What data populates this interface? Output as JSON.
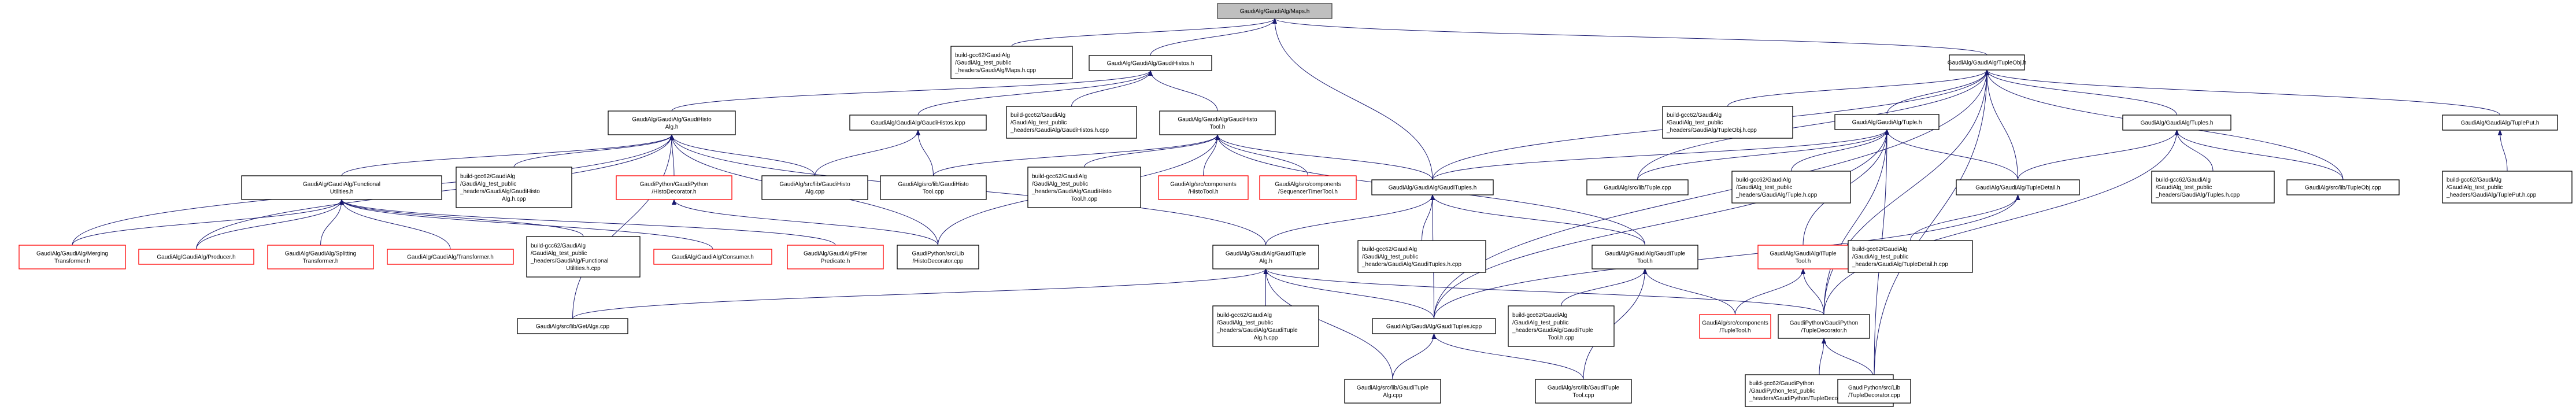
{
  "title": "GaudiAlg/GaudiAlg/Maps.h include dependency graph",
  "colors": {
    "edge": "#191970",
    "current_fill": "#bfbfbf",
    "missing_border": "#ff0000",
    "normal_border": "#000000"
  },
  "nodes": [
    {
      "id": "maps_h",
      "lines": [
        "GaudiAlg/GaudiAlg/Maps.h"
      ],
      "kind": "current"
    },
    {
      "id": "maps_h_cpp",
      "lines": [
        "build-gcc62/GaudiAlg",
        "/GaudiAlg_test_public",
        "_headers/GaudiAlg/Maps.h.cpp"
      ],
      "kind": "normal"
    },
    {
      "id": "gaudihistos_h",
      "lines": [
        "GaudiAlg/GaudiAlg/GaudiHistos.h"
      ],
      "kind": "normal"
    },
    {
      "id": "tupleobj_h",
      "lines": [
        "GaudiAlg/GaudiAlg/TupleObj.h"
      ],
      "kind": "normal"
    },
    {
      "id": "gaudihistoalg_h",
      "lines": [
        "GaudiAlg/GaudiAlg/GaudiHisto",
        "Alg.h"
      ],
      "kind": "normal"
    },
    {
      "id": "gaudihistos_icpp",
      "lines": [
        "GaudiAlg/GaudiAlg/GaudiHistos.icpp"
      ],
      "kind": "normal"
    },
    {
      "id": "gaudihistos_h_cpp",
      "lines": [
        "build-gcc62/GaudiAlg",
        "/GaudiAlg_test_public",
        "_headers/GaudiAlg/GaudiHistos.h.cpp"
      ],
      "kind": "normal"
    },
    {
      "id": "gaudihistotool_h",
      "lines": [
        "GaudiAlg/GaudiAlg/GaudiHisto",
        "Tool.h"
      ],
      "kind": "normal"
    },
    {
      "id": "tupleobj_h_cpp",
      "lines": [
        "build-gcc62/GaudiAlg",
        "/GaudiAlg_test_public",
        "_headers/GaudiAlg/TupleObj.h.cpp"
      ],
      "kind": "normal"
    },
    {
      "id": "tuple_h",
      "lines": [
        "GaudiAlg/GaudiAlg/Tuple.h"
      ],
      "kind": "normal"
    },
    {
      "id": "tuples_h",
      "lines": [
        "GaudiAlg/GaudiAlg/Tuples.h"
      ],
      "kind": "normal"
    },
    {
      "id": "tupleput_h",
      "lines": [
        "GaudiAlg/GaudiAlg/TuplePut.h"
      ],
      "kind": "normal"
    },
    {
      "id": "functionalutilities_h",
      "lines": [
        "GaudiAlg/GaudiAlg/Functional",
        "Utilities.h"
      ],
      "kind": "normal"
    },
    {
      "id": "gaudihistoalg_h_cpp",
      "lines": [
        "build-gcc62/GaudiAlg",
        "/GaudiAlg_test_public",
        "_headers/GaudiAlg/GaudiHisto",
        "Alg.h.cpp"
      ],
      "kind": "normal"
    },
    {
      "id": "histodecorator_h",
      "lines": [
        "GaudiPython/GaudiPython",
        "/HistoDecorator.h"
      ],
      "kind": "missing"
    },
    {
      "id": "gaudihistoalg_cpp",
      "lines": [
        "GaudiAlg/src/lib/GaudiHisto",
        "Alg.cpp"
      ],
      "kind": "normal"
    },
    {
      "id": "gaudihistotool_cpp",
      "lines": [
        "GaudiAlg/src/lib/GaudiHisto",
        "Tool.cpp"
      ],
      "kind": "normal"
    },
    {
      "id": "gaudihistotool_h_cpp",
      "lines": [
        "build-gcc62/GaudiAlg",
        "/GaudiAlg_test_public",
        "_headers/GaudiAlg/GaudiHisto",
        "Tool.h.cpp"
      ],
      "kind": "normal"
    },
    {
      "id": "histotool_h",
      "lines": [
        "GaudiAlg/src/components",
        "/HistoTool.h"
      ],
      "kind": "missing"
    },
    {
      "id": "sequencertimertool_h",
      "lines": [
        "GaudiAlg/src/components",
        "/SequencerTimerTool.h"
      ],
      "kind": "missing"
    },
    {
      "id": "gaudituples_h",
      "lines": [
        "GaudiAlg/GaudiAlg/GaudiTuples.h"
      ],
      "kind": "normal"
    },
    {
      "id": "tuple_cpp",
      "lines": [
        "GaudiAlg/src/lib/Tuple.cpp"
      ],
      "kind": "normal"
    },
    {
      "id": "tuple_h_cpp",
      "lines": [
        "build-gcc62/GaudiAlg",
        "/GaudiAlg_test_public",
        "_headers/GaudiAlg/Tuple.h.cpp"
      ],
      "kind": "normal"
    },
    {
      "id": "tupledetail_h",
      "lines": [
        "GaudiAlg/GaudiAlg/TupleDetail.h"
      ],
      "kind": "normal"
    },
    {
      "id": "tuples_h_cpp",
      "lines": [
        "build-gcc62/GaudiAlg",
        "/GaudiAlg_test_public",
        "_headers/GaudiAlg/Tuples.h.cpp"
      ],
      "kind": "normal"
    },
    {
      "id": "tupleobj_cpp",
      "lines": [
        "GaudiAlg/src/lib/TupleObj.cpp"
      ],
      "kind": "normal"
    },
    {
      "id": "tupleput_h_cpp",
      "lines": [
        "build-gcc62/GaudiAlg",
        "/GaudiAlg_test_public",
        "_headers/GaudiAlg/TuplePut.h.cpp"
      ],
      "kind": "normal"
    },
    {
      "id": "mergingtransformer_h",
      "lines": [
        "GaudiAlg/GaudiAlg/Merging",
        "Transformer.h"
      ],
      "kind": "missing"
    },
    {
      "id": "producer_h",
      "lines": [
        "GaudiAlg/GaudiAlg/Producer.h"
      ],
      "kind": "missing"
    },
    {
      "id": "splittingtransformer_h",
      "lines": [
        "GaudiAlg/GaudiAlg/Splitting",
        "Transformer.h"
      ],
      "kind": "missing"
    },
    {
      "id": "transformer_h",
      "lines": [
        "GaudiAlg/GaudiAlg/Transformer.h"
      ],
      "kind": "missing"
    },
    {
      "id": "functionalutilities_h_cpp",
      "lines": [
        "build-gcc62/GaudiAlg",
        "/GaudiAlg_test_public",
        "_headers/GaudiAlg/Functional",
        "Utilities.h.cpp"
      ],
      "kind": "normal"
    },
    {
      "id": "consumer_h",
      "lines": [
        "GaudiAlg/GaudiAlg/Consumer.h"
      ],
      "kind": "missing"
    },
    {
      "id": "filterpredicate_h",
      "lines": [
        "GaudiAlg/GaudiAlg/Filter",
        "Predicate.h"
      ],
      "kind": "missing"
    },
    {
      "id": "histodecorator_cpp",
      "lines": [
        "GaudiPython/src/Lib",
        "/HistoDecorator.cpp"
      ],
      "kind": "normal"
    },
    {
      "id": "gaudituplealg_h",
      "lines": [
        "GaudiAlg/GaudiAlg/GaudiTuple",
        "Alg.h"
      ],
      "kind": "normal"
    },
    {
      "id": "gauditupletool_h",
      "lines": [
        "GaudiAlg/GaudiAlg/GaudiTuple",
        "Tool.h"
      ],
      "kind": "normal"
    },
    {
      "id": "ituple_tool_h",
      "lines": [
        "GaudiAlg/GaudiAlg/ITuple",
        "Tool.h"
      ],
      "kind": "missing"
    },
    {
      "id": "tupledetail_h_cpp",
      "lines": [
        "build-gcc62/GaudiAlg",
        "/GaudiAlg_test_public",
        "_headers/GaudiAlg/TupleDetail.h.cpp"
      ],
      "kind": "normal"
    },
    {
      "id": "gaudituples_h_cpp",
      "lines": [
        "build-gcc62/GaudiAlg",
        "/GaudiAlg_test_public",
        "_headers/GaudiAlg/GaudiTuples.h.cpp"
      ],
      "kind": "normal"
    },
    {
      "id": "getalgs_cpp",
      "lines": [
        "GaudiAlg/src/lib/GetAlgs.cpp"
      ],
      "kind": "normal"
    },
    {
      "id": "gaudituplealg_h_cpp",
      "lines": [
        "build-gcc62/GaudiAlg",
        "/GaudiAlg_test_public",
        "_headers/GaudiAlg/GaudiTuple",
        "Alg.h.cpp"
      ],
      "kind": "normal"
    },
    {
      "id": "gaudituples_icpp",
      "lines": [
        "GaudiAlg/GaudiAlg/GaudiTuples.icpp"
      ],
      "kind": "normal"
    },
    {
      "id": "gauditupletool_h_cpp",
      "lines": [
        "build-gcc62/GaudiAlg",
        "/GaudiAlg_test_public",
        "_headers/GaudiAlg/GaudiTuple",
        "Tool.h.cpp"
      ],
      "kind": "normal"
    },
    {
      "id": "tupletool_h",
      "lines": [
        "GaudiAlg/src/components",
        "/TupleTool.h"
      ],
      "kind": "missing"
    },
    {
      "id": "tupledecorator_h",
      "lines": [
        "GaudiPython/GaudiPython",
        "/TupleDecorator.h"
      ],
      "kind": "normal"
    },
    {
      "id": "gaudituplealg_cpp",
      "lines": [
        "GaudiAlg/src/lib/GaudiTuple",
        "Alg.cpp"
      ],
      "kind": "normal"
    },
    {
      "id": "gauditupletool_cpp",
      "lines": [
        "GaudiAlg/src/lib/GaudiTuple",
        "Tool.cpp"
      ],
      "kind": "normal"
    },
    {
      "id": "tupledecorator_h_cpp",
      "lines": [
        "build-gcc62/GaudiPython",
        "/GaudiPython_test_public",
        "_headers/GaudiPython/TupleDecorator.h.cpp"
      ],
      "kind": "normal"
    },
    {
      "id": "tupledecorator_cpp",
      "lines": [
        "GaudiPython/src/Lib",
        "/TupleDecorator.cpp"
      ],
      "kind": "normal"
    }
  ],
  "edges": [
    [
      "maps_h_cpp",
      "maps_h"
    ],
    [
      "gaudihistos_h",
      "maps_h"
    ],
    [
      "gaudituples_h",
      "maps_h"
    ],
    [
      "tupleobj_h",
      "maps_h"
    ],
    [
      "gaudihistoalg_h",
      "gaudihistos_h"
    ],
    [
      "gaudihistos_icpp",
      "gaudihistos_h"
    ],
    [
      "gaudihistos_h_cpp",
      "gaudihistos_h"
    ],
    [
      "gaudihistotool_h",
      "gaudihistos_h"
    ],
    [
      "functionalutilities_h",
      "gaudihistoalg_h"
    ],
    [
      "gaudihistoalg_h_cpp",
      "gaudihistoalg_h"
    ],
    [
      "histodecorator_h",
      "gaudihistoalg_h"
    ],
    [
      "gaudihistoalg_cpp",
      "gaudihistoalg_h"
    ],
    [
      "gaudituplealg_h",
      "gaudihistoalg_h"
    ],
    [
      "getalgs_cpp",
      "gaudihistoalg_h"
    ],
    [
      "histodecorator_cpp",
      "gaudihistoalg_h"
    ],
    [
      "mergingtransformer_h",
      "gaudihistoalg_h"
    ],
    [
      "producer_h",
      "gaudihistoalg_h"
    ],
    [
      "gaudihistoalg_cpp",
      "gaudihistos_icpp"
    ],
    [
      "gaudihistotool_cpp",
      "gaudihistos_icpp"
    ],
    [
      "gaudihistotool_h_cpp",
      "gaudihistotool_h"
    ],
    [
      "histotool_h",
      "gaudihistotool_h"
    ],
    [
      "sequencertimertool_h",
      "gaudihistotool_h"
    ],
    [
      "gauditupletool_h",
      "gaudihistotool_h"
    ],
    [
      "gaudihistotool_cpp",
      "gaudihistotool_h"
    ],
    [
      "histodecorator_cpp",
      "gaudihistotool_h"
    ],
    [
      "gaudituples_h",
      "gaudihistotool_h"
    ],
    [
      "mergingtransformer_h",
      "functionalutilities_h"
    ],
    [
      "producer_h",
      "functionalutilities_h"
    ],
    [
      "splittingtransformer_h",
      "functionalutilities_h"
    ],
    [
      "transformer_h",
      "functionalutilities_h"
    ],
    [
      "functionalutilities_h_cpp",
      "functionalutilities_h"
    ],
    [
      "consumer_h",
      "functionalutilities_h"
    ],
    [
      "filterpredicate_h",
      "functionalutilities_h"
    ],
    [
      "histodecorator_cpp",
      "histodecorator_h"
    ],
    [
      "tupleobj_h_cpp",
      "tupleobj_h"
    ],
    [
      "tuple_h",
      "tupleobj_h"
    ],
    [
      "tuples_h",
      "tupleobj_h"
    ],
    [
      "tupleput_h",
      "tupleobj_h"
    ],
    [
      "tupledetail_h",
      "tupleobj_h"
    ],
    [
      "tupleobj_cpp",
      "tupleobj_h"
    ],
    [
      "tuple_cpp",
      "tupleobj_h"
    ],
    [
      "gaudituples_h",
      "tupleobj_h"
    ],
    [
      "gaudituples_icpp",
      "tupleobj_h"
    ],
    [
      "tupledecorator_h",
      "tupleobj_h"
    ],
    [
      "tupledecorator_cpp",
      "tupleobj_h"
    ],
    [
      "tuple_cpp",
      "tuple_h"
    ],
    [
      "tuple_h_cpp",
      "tuple_h"
    ],
    [
      "tupledetail_h",
      "tuple_h"
    ],
    [
      "gaudituples_h",
      "tuple_h"
    ],
    [
      "ituple_tool_h",
      "tuple_h"
    ],
    [
      "tupledecorator_h",
      "tuple_h"
    ],
    [
      "tupledecorator_cpp",
      "tuple_h"
    ],
    [
      "gaudituples_icpp",
      "tuple_h"
    ],
    [
      "tupledetail_h",
      "tuples_h"
    ],
    [
      "tuples_h_cpp",
      "tuples_h"
    ],
    [
      "tupleobj_cpp",
      "tuples_h"
    ],
    [
      "tupledecorator_h",
      "tuples_h"
    ],
    [
      "tupleput_h_cpp",
      "tupleput_h"
    ],
    [
      "tupledetail_h_cpp",
      "tupledetail_h"
    ],
    [
      "gaudituples_icpp",
      "tupledetail_h"
    ],
    [
      "gaudituplealg_h",
      "gaudituples_h"
    ],
    [
      "gaudituples_h_cpp",
      "gaudituples_h"
    ],
    [
      "gauditupletool_h",
      "gaudituples_h"
    ],
    [
      "gaudituples_icpp",
      "gaudituples_h"
    ],
    [
      "gaudituplealg_h_cpp",
      "gaudituplealg_h"
    ],
    [
      "gaudituples_icpp",
      "gaudituplealg_h"
    ],
    [
      "gaudituplealg_cpp",
      "gaudituplealg_h"
    ],
    [
      "tupledecorator_h",
      "gaudituplealg_h"
    ],
    [
      "getalgs_cpp",
      "gaudituplealg_h"
    ],
    [
      "gauditupletool_h_cpp",
      "gauditupletool_h"
    ],
    [
      "tupletool_h",
      "gauditupletool_h"
    ],
    [
      "gauditupletool_cpp",
      "gauditupletool_h"
    ],
    [
      "tupletool_h",
      "ituple_tool_h"
    ],
    [
      "tupledecorator_h",
      "ituple_tool_h"
    ],
    [
      "gaudituplealg_cpp",
      "gaudituples_icpp"
    ],
    [
      "gauditupletool_cpp",
      "gaudituples_icpp"
    ],
    [
      "tupledecorator_h_cpp",
      "tupledecorator_h"
    ],
    [
      "tupledecorator_cpp",
      "tupledecorator_h"
    ]
  ]
}
